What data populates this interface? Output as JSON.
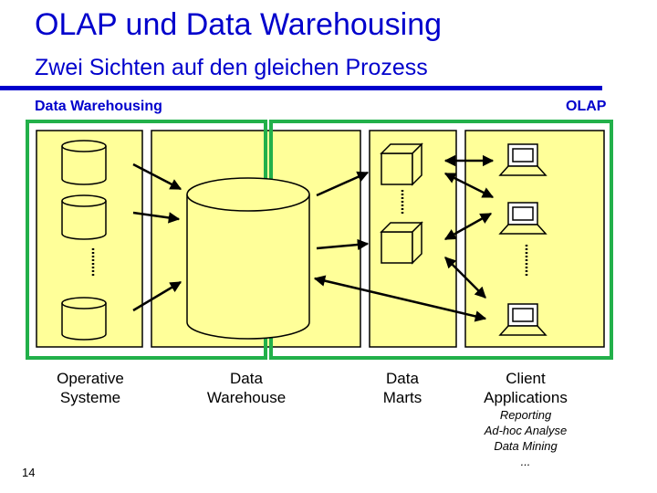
{
  "slide": {
    "title": "OLAP und Data Warehousing",
    "subtitle": "Zwei Sichten auf den gleichen Prozess",
    "page_number": "14"
  },
  "sections": {
    "data_warehousing": "Data Warehousing",
    "olap": "OLAP"
  },
  "columns": {
    "operative": [
      "Operative",
      "Systeme"
    ],
    "warehouse": [
      "Data",
      "Warehouse"
    ],
    "marts": [
      "Data",
      "Marts"
    ],
    "clients": [
      "Client",
      "Applications"
    ]
  },
  "client_functions": [
    "Reporting",
    "Ad-hoc Analyse",
    "Data Mining",
    "..."
  ],
  "colors": {
    "heading_blue": "#0000cc",
    "panel_fill": "#ffff99",
    "section_green": "#22b04a"
  }
}
